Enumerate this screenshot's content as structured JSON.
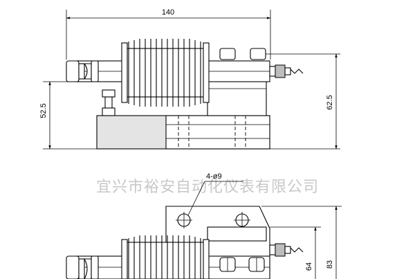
{
  "dimensions": {
    "top_width": "140",
    "top_left_height": "52.5",
    "top_right_height": "62.5",
    "hole_callout": "4-ø9",
    "bottom_right_inner": "64",
    "bottom_right_outer": "83"
  },
  "watermark": "宜兴市裕安自动化仪表有限公司"
}
